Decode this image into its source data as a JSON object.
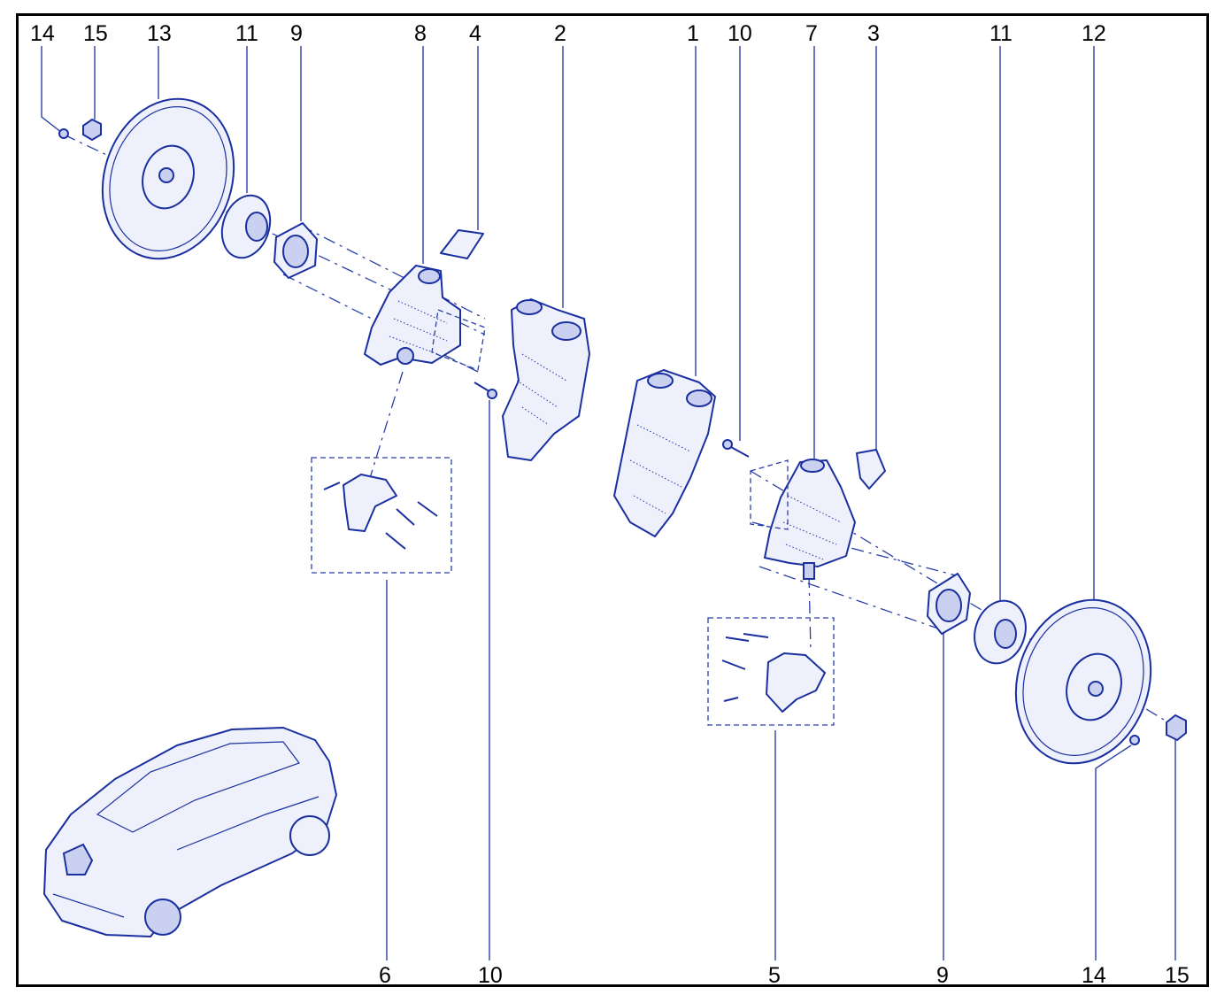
{
  "diagram": {
    "callouts_top": [
      "14",
      "15",
      "13",
      "11",
      "9",
      "8",
      "4",
      "2",
      "1",
      "10",
      "7",
      "3",
      "11",
      "12"
    ],
    "callouts_bottom": [
      "6",
      "10",
      "5",
      "9",
      "14",
      "15"
    ]
  },
  "colors": {
    "line": "#1a2fa0",
    "fill": "#eef1fb",
    "frame": "#000000"
  }
}
